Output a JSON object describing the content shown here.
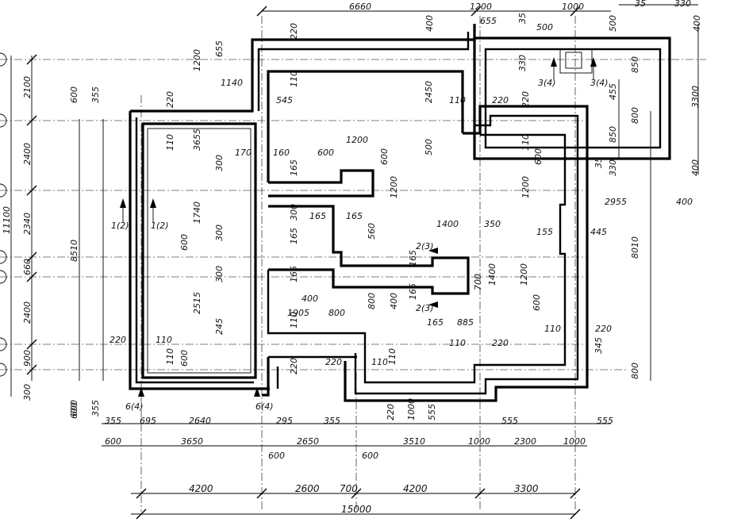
{
  "left_labels": [
    "2100",
    "600",
    "355",
    "2400",
    "11100",
    "2340",
    "8510",
    "660",
    "2400",
    "900",
    "300",
    "600",
    "355"
  ],
  "top_labels": [
    "6660",
    "1200",
    "1000",
    "35",
    "330",
    "220",
    "400",
    "655",
    "500",
    "500",
    "400",
    "35",
    "1200",
    "655",
    "330",
    "850",
    "3300",
    "1140",
    "545",
    "110",
    "2450",
    "110",
    "220",
    "220",
    "455",
    "800",
    "220",
    "110",
    "3655",
    "170",
    "160",
    "1200",
    "600",
    "600",
    "500",
    "850",
    "35",
    "330",
    "400",
    "110",
    "600",
    "300",
    "165",
    "1200",
    "1200",
    "2955",
    "400"
  ],
  "center_labels": [
    "1(2)",
    "1(2)",
    "1740",
    "300",
    "165",
    "165",
    "300",
    "165",
    "560",
    "1400",
    "350",
    "155",
    "445",
    "8010",
    "600",
    "300",
    "165",
    "2(3)",
    "165",
    "1200",
    "700",
    "1400",
    "400",
    "2515",
    "1905",
    "800",
    "800",
    "400",
    "165",
    "2(3)",
    "600",
    "165",
    "885",
    "110",
    "220",
    "245",
    "220",
    "110",
    "110",
    "220",
    "110",
    "345",
    "110",
    "600",
    "220",
    "110",
    "110",
    "220",
    "800",
    "6(4)",
    "6(4)"
  ],
  "bottom_labels": [
    "600",
    "355",
    "695",
    "2640",
    "295",
    "355",
    "220",
    "1000",
    "555",
    "555",
    "555",
    "600",
    "3650",
    "2650",
    "3510",
    "1000",
    "2300",
    "1000",
    "600",
    "600",
    "4200",
    "2600",
    "700",
    "4200",
    "3300",
    "15000"
  ],
  "marks": [
    "3(4)",
    "3(4)"
  ]
}
